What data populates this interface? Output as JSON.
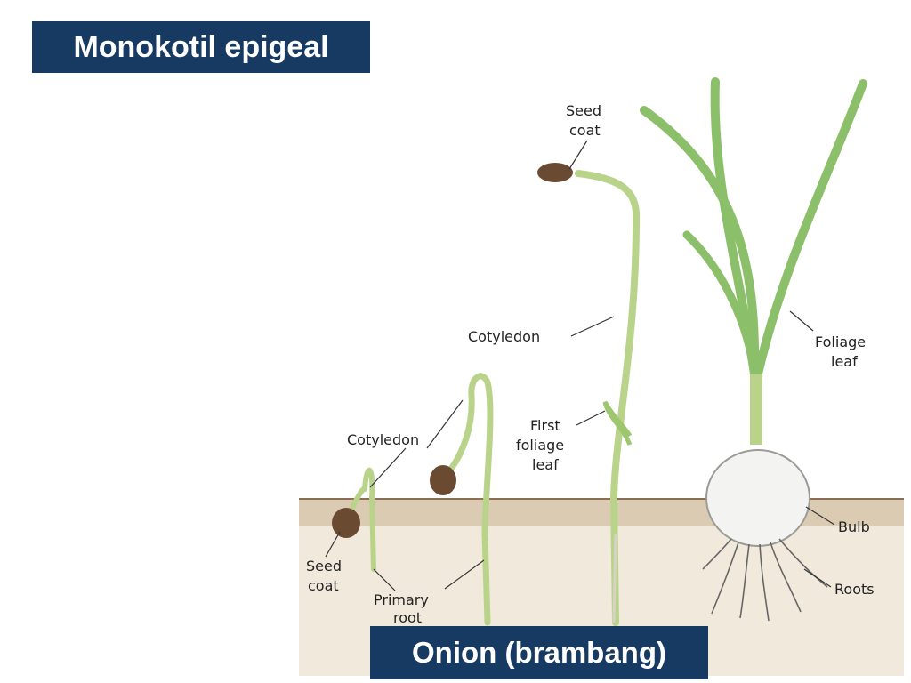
{
  "title": "Monokotil epigeal",
  "caption": "Onion (brambang)",
  "labels": {
    "seed_coat_top_1": "Seed",
    "seed_coat_top_2": "coat",
    "cotyledon_upper": "Cotyledon",
    "first_foliage_1": "First",
    "first_foliage_2": "foliage",
    "first_foliage_3": "leaf",
    "foliage_leaf_1": "Foliage",
    "foliage_leaf_2": "leaf",
    "cotyledon_lower": "Cotyledon",
    "seed_coat_low_1": "Seed",
    "seed_coat_low_2": "coat",
    "primary_root_1": "Primary",
    "primary_root_2": "root",
    "bulb": "Bulb",
    "roots": "Roots"
  },
  "colors": {
    "header_bg": "#173a63",
    "stem_green": "#b9d48a",
    "leaf_green": "#8cbf6a",
    "soil": "#e9ddcc",
    "seed_brown": "#6b4a32"
  }
}
